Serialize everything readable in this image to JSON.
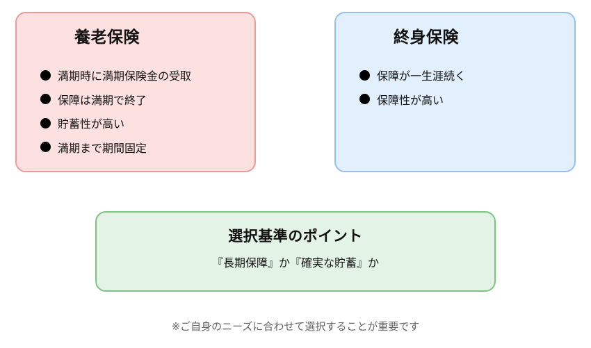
{
  "cards": [
    {
      "id": "endowment",
      "title": "養老保険",
      "bg_color": "#fde0e0",
      "border_color": "#ee9a9a",
      "items": [
        "満期時に満期保険金の受取",
        "保障は満期で終了",
        "貯蓄性が高い",
        "満期まで期間固定"
      ]
    },
    {
      "id": "whole-life",
      "title": "終身保険",
      "bg_color": "#e2effd",
      "border_color": "#94c1ef",
      "items": [
        "保障が一生涯続く",
        "保障性が高い"
      ]
    }
  ],
  "criteria": {
    "title": "選択基準のポイント",
    "subtitle": "『長期保障』か『確実な貯蓄』か",
    "bg_color": "#e3f3e5",
    "border_color": "#7fc384"
  },
  "footer": {
    "note": "※ご自身のニーズに合わせて選択することが重要です"
  },
  "bullet_icon": "filled-circle"
}
